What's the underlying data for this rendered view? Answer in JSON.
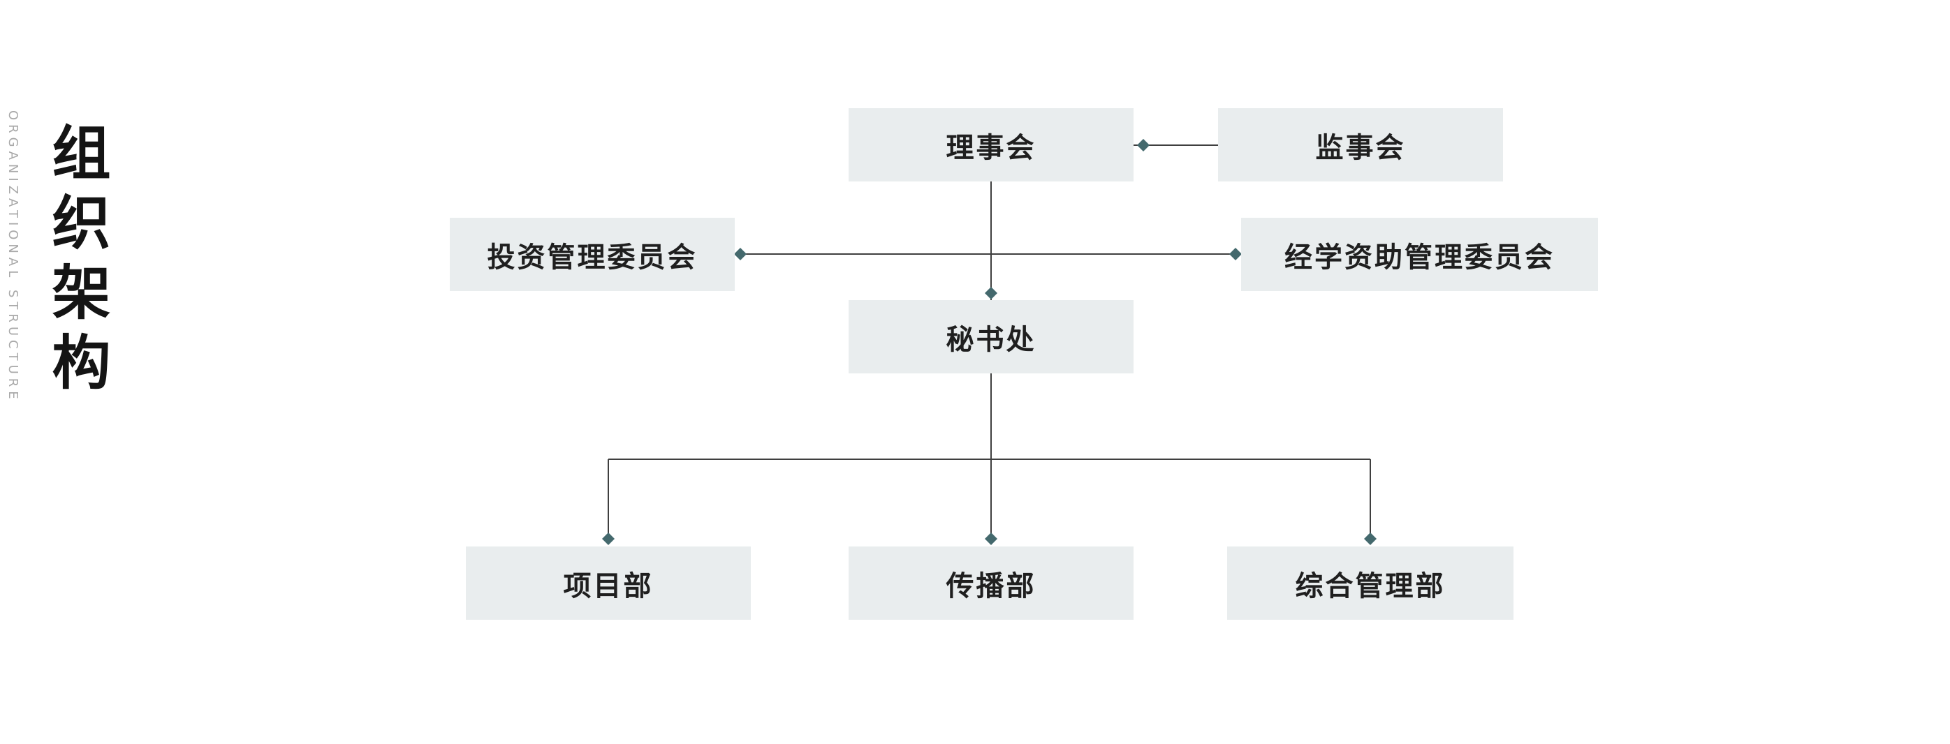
{
  "header": {
    "title": "组织架构",
    "subtitle": "ORGANIZATIONAL STRUCTURE"
  },
  "colors": {
    "background": "#ffffff",
    "node_bg": "#e9edee",
    "node_text": "#1f1f1f",
    "connector_line": "#3f3f3f",
    "connector_diamond": "#44696d",
    "title_text": "#141414",
    "subtitle_text": "#a9a9a9"
  },
  "chart_data": {
    "type": "org-chart",
    "title": "组织架构",
    "subtitle": "ORGANIZATIONAL STRUCTURE",
    "nodes": [
      {
        "id": "board",
        "label": "理事会",
        "level": 1
      },
      {
        "id": "supervisory",
        "label": "监事会",
        "level": 1
      },
      {
        "id": "investment-committee",
        "label": "投资管理委员会",
        "level": 2
      },
      {
        "id": "grant-committee",
        "label": "经学资助管理委员会",
        "level": 2
      },
      {
        "id": "secretariat",
        "label": "秘书处",
        "level": 3
      },
      {
        "id": "project-dept",
        "label": "项目部",
        "level": 4
      },
      {
        "id": "communication-dept",
        "label": "传播部",
        "level": 4
      },
      {
        "id": "general-admin-dept",
        "label": "综合管理部",
        "level": 4
      }
    ],
    "edges": [
      [
        "board",
        "supervisory"
      ],
      [
        "board",
        "secretariat"
      ],
      [
        "investment-committee",
        "grant-committee"
      ],
      [
        "secretariat",
        "project-dept"
      ],
      [
        "secretariat",
        "communication-dept"
      ],
      [
        "secretariat",
        "general-admin-dept"
      ]
    ]
  }
}
